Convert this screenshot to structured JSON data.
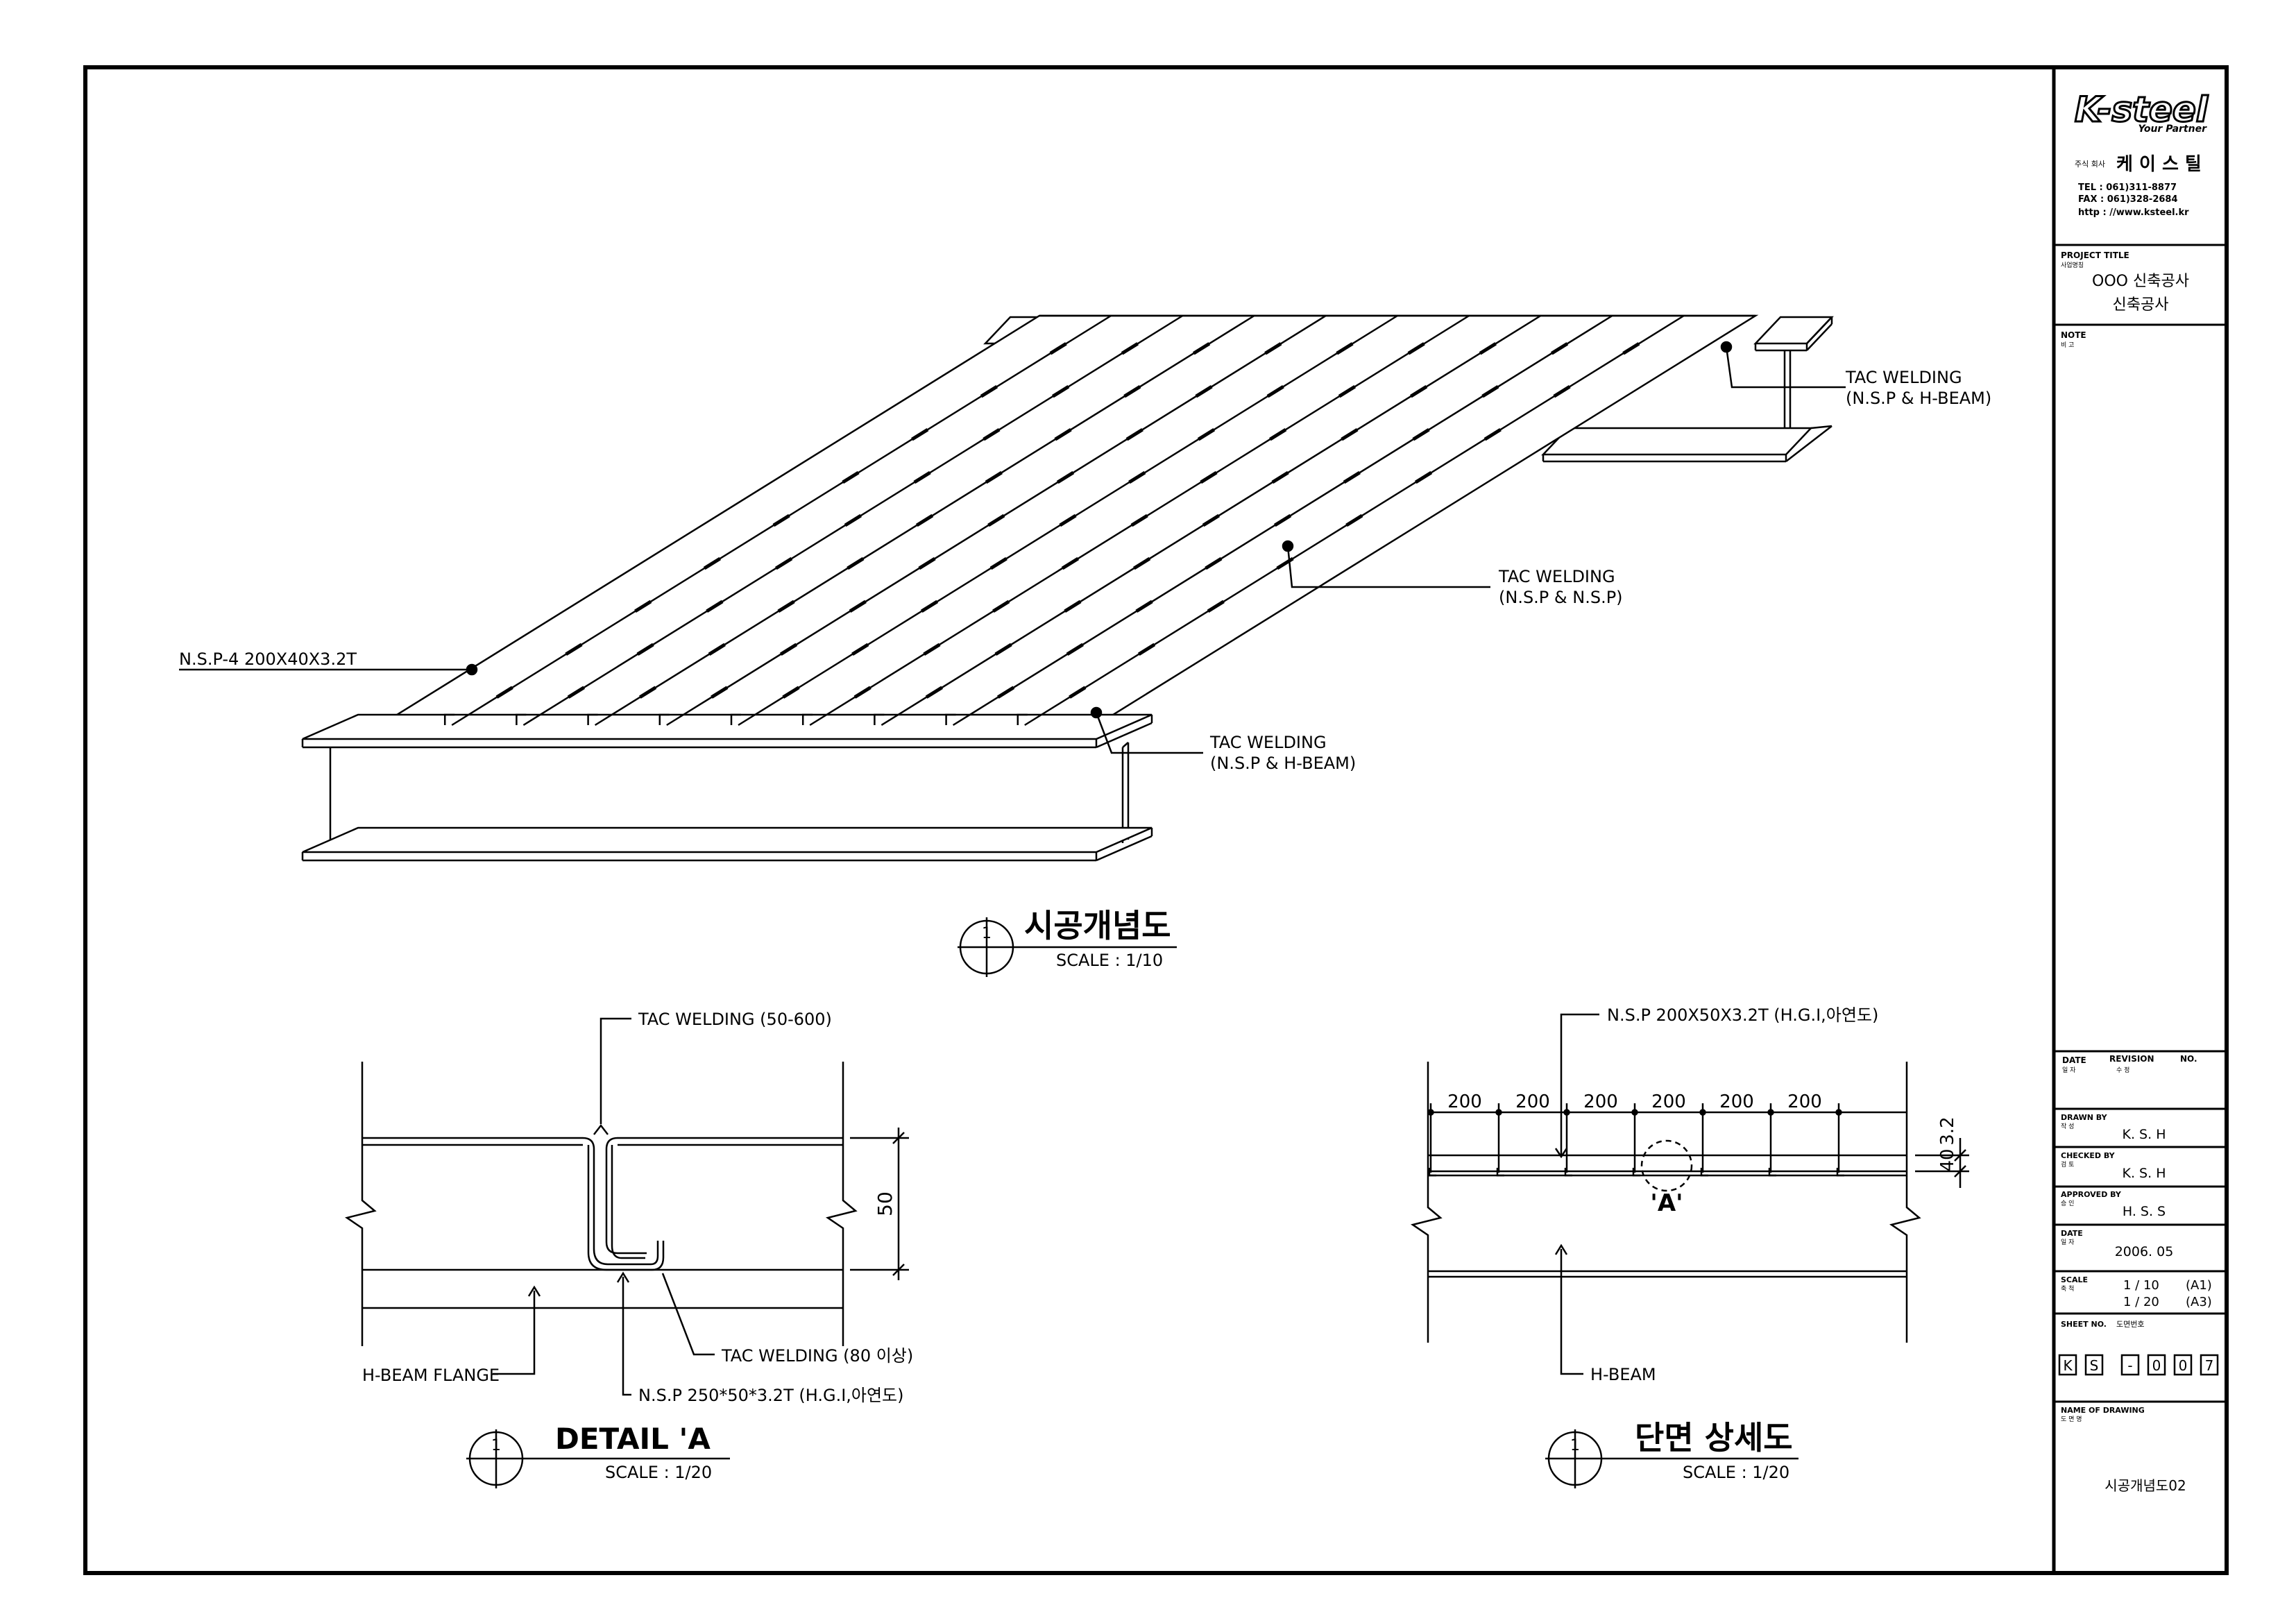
{
  "views": {
    "iso": {
      "title": "시공개념도",
      "scale": "SCALE : 1/10",
      "number": "1",
      "callouts": {
        "nsp_member": "N.S.P-4 200X40X3.2T",
        "tac_top_1": "TAC WELDING",
        "tac_top_2": "(N.S.P & H-BEAM)",
        "tac_mid_1": "TAC WELDING",
        "tac_mid_2": "(N.S.P & N.S.P)",
        "tac_bot_1": "TAC WELDING",
        "tac_bot_2": "(N.S.P & H-BEAM)"
      }
    },
    "detail": {
      "title": "DETAIL 'A",
      "scale": "SCALE : 1/20",
      "number": "1",
      "callouts": {
        "tac_top": "TAC WELDING (50-600)",
        "tac_bottom": "TAC WELDING (80 이상)",
        "nsp": "N.S.P 250*50*3.2T (H.G.I,아연도)",
        "flange": "H-BEAM FLANGE"
      },
      "dim_height": "50"
    },
    "section": {
      "title": "단면 상세도",
      "scale": "SCALE : 1/20",
      "number": "1",
      "callouts": {
        "nsp": "N.S.P 200X50X3.2T (H.G.I,아연도)",
        "hbeam": "H-BEAM"
      },
      "spacings": [
        "200",
        "200",
        "200",
        "200",
        "200",
        "200"
      ],
      "dim_height": "40",
      "dim_thk": "3.2",
      "marker": "'A'"
    }
  },
  "title_block": {
    "logo": "K-steel",
    "tagline": "Your Partner",
    "company_prefix": "주식 회사",
    "company": "케 이 스 틸",
    "tel": "TEL : 061)311-8877",
    "fax": "FAX : 061)328-2684",
    "web": "http : //www.ksteel.kr",
    "project_title_label": "PROJECT TITLE",
    "project_title_sub": "사업명칭",
    "project_line1": "OOO 신축공사",
    "project_line2": "신축공사",
    "note_label": "NOTE",
    "note_sub": "비 고",
    "date_col": "DATE",
    "date_col_sub": "일 자",
    "revision_col": "REVISION",
    "revision_col_sub": "수 정",
    "no_col": "NO.",
    "drawn_by_label": "DRAWN BY",
    "drawn_by_sub": "작 성",
    "drawn_by": "K. S. H",
    "checked_by_label": "CHECKED BY",
    "checked_by_sub": "검 토",
    "checked_by": "K. S. H",
    "approved_by_label": "APPROVED BY",
    "approved_by_sub": "승 인",
    "approved_by": "H. S. S",
    "date_label": "DATE",
    "date_sub": "일 자",
    "date": "2006. 05",
    "scale_label": "SCALE",
    "scale_sub": "축 척",
    "scale_a1": "1 / 10",
    "scale_a1_tag": "(A1)",
    "scale_a3": "1 / 20",
    "scale_a3_tag": "(A3)",
    "sheet_no_label": "SHEET NO.",
    "sheet_no_sub": "도면번호",
    "sheet_chars": [
      "K",
      "S",
      "-",
      "0",
      "0",
      "7"
    ],
    "drawing_name_label": "NAME OF DRAWING",
    "drawing_name_sub": "도 면 명",
    "drawing_name": "시공개념도02"
  }
}
